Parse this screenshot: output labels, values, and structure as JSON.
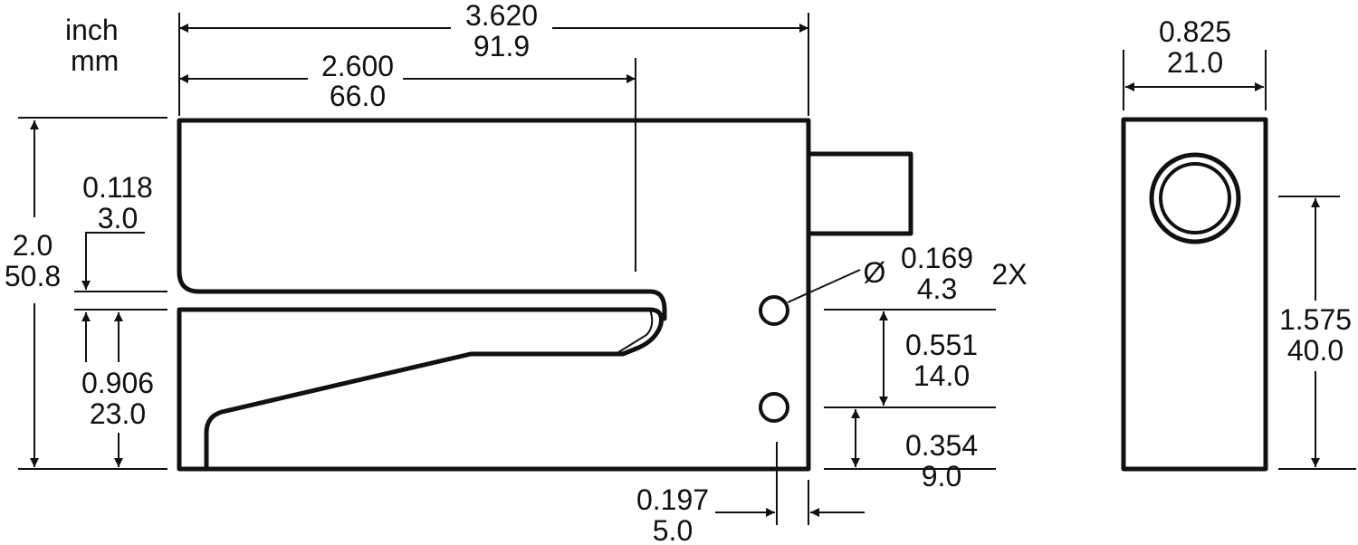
{
  "units": {
    "inch": "inch",
    "mm": "mm"
  },
  "dimensions": {
    "overall_length": {
      "inch": "3.620",
      "mm": "91.9"
    },
    "slot_depth": {
      "inch": "2.600",
      "mm": "66.0"
    },
    "height": {
      "inch": "2.0",
      "mm": "50.8"
    },
    "slot_width": {
      "inch": "0.118",
      "mm": "3.0"
    },
    "lower_leg": {
      "inch": "0.906",
      "mm": "23.0"
    },
    "hole_diameter": {
      "symbol": "Ø",
      "inch": "0.169",
      "mm": "4.3",
      "qty": "2X"
    },
    "hole_spacing": {
      "inch": "0.551",
      "mm": "14.0"
    },
    "hole_offset_bottom": {
      "inch": "0.354",
      "mm": "9.0"
    },
    "hole_offset_edge": {
      "inch": "0.197",
      "mm": "5.0"
    },
    "side_width": {
      "inch": "0.825",
      "mm": "21.0"
    },
    "side_height": {
      "inch": "1.575",
      "mm": "40.0"
    }
  }
}
